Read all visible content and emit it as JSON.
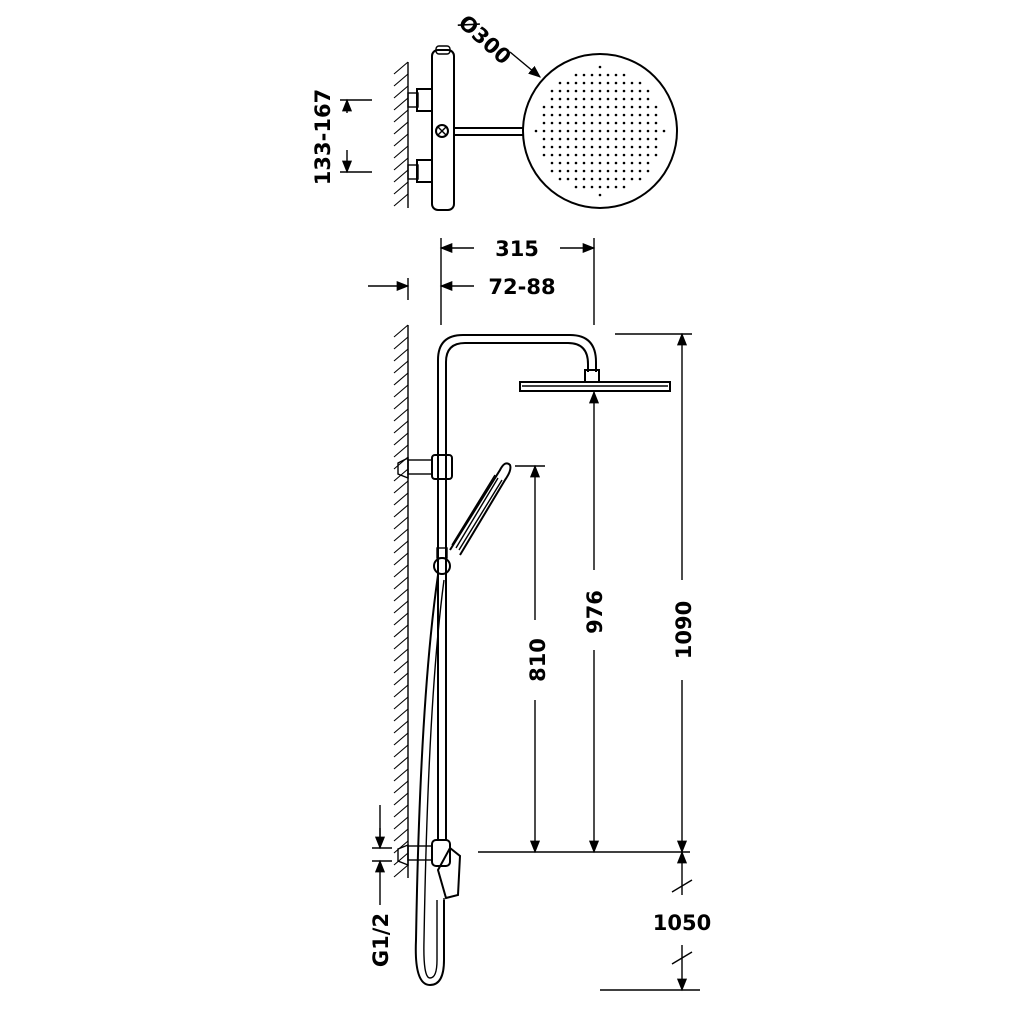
{
  "diagram": {
    "labels": {
      "head_diameter": "Ø300",
      "inlet_spacing": "133-167",
      "projection_total": "315",
      "projection_arm": "72-88",
      "handshower_holder_height": "810",
      "head_height": "976",
      "overall_height": "1090",
      "inlet_height": "1050",
      "connection_thread": "G1/2"
    }
  }
}
